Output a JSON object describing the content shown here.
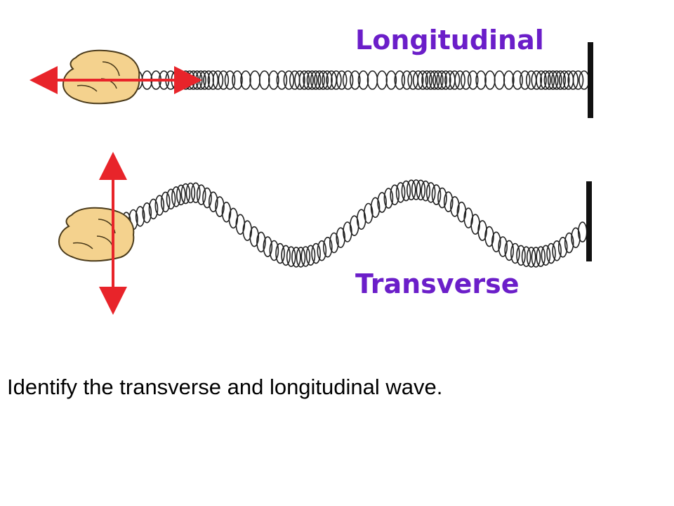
{
  "labels": {
    "longitudinal": "Longitudinal",
    "transverse": "Transverse"
  },
  "instruction": "Identify the transverse and longitudinal wave.",
  "colors": {
    "label_purple": "#6b1ec9",
    "arrow_red": "#e8242a",
    "hand_fill": "#f4d28e",
    "hand_outline": "#4a3a1a",
    "spring_stroke": "#222222",
    "wall": "#111111"
  },
  "icons": {
    "hand": "hand-icon",
    "spring": "spring-coil",
    "wall": "wall-post",
    "arrow": "double-arrow"
  }
}
